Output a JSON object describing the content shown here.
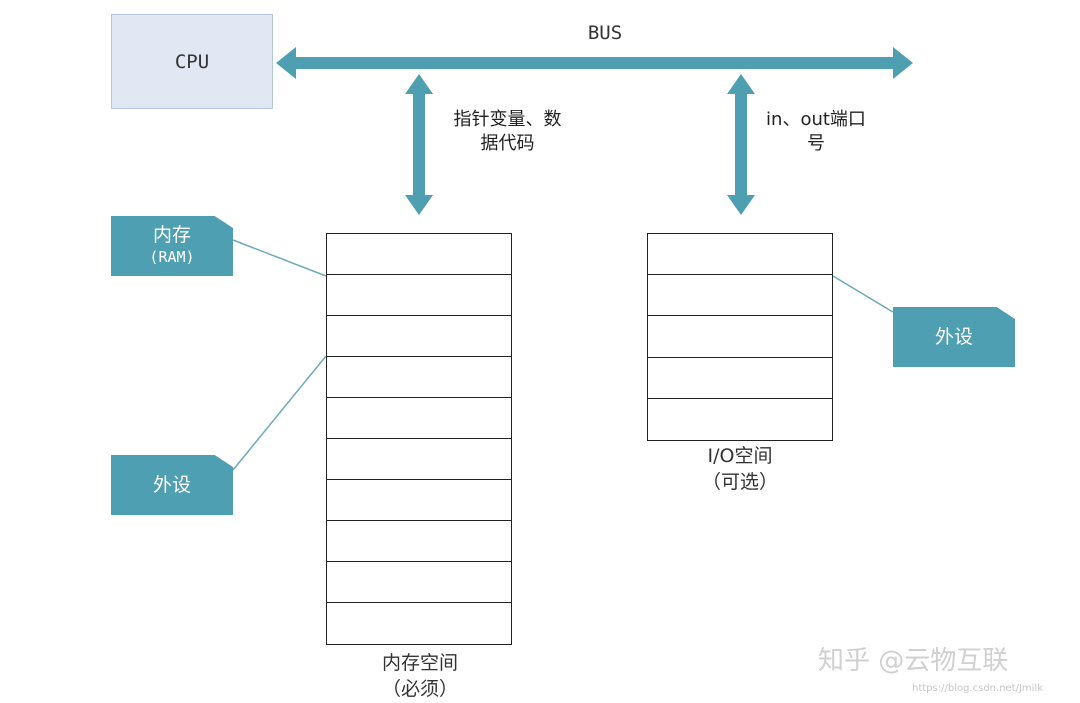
{
  "diagram": {
    "cpu_label": "CPU",
    "bus_label": "BUS",
    "pointer_note": [
      "指针变量、数",
      "据代码"
    ],
    "port_note": [
      "in、out端口",
      "号"
    ],
    "ram_tag": {
      "title": "内存",
      "sub": "(RAM)"
    },
    "periph_left_tag": "外设",
    "periph_right_tag": "外设",
    "memory_space": {
      "title": "内存空间",
      "sub": "（必须）",
      "cells": 10
    },
    "io_space": {
      "title": "I/O空间",
      "sub": "（可选）",
      "cells": 5
    },
    "colors": {
      "arrow": "#4f9fb3",
      "tag": "#4f9fb3",
      "cpu_fill": "#dfe8f3",
      "connector": "#6da9bd"
    }
  },
  "watermark": {
    "brand": "知乎 @云物互联",
    "url": "https://blog.csdn.net/Jmilk"
  }
}
